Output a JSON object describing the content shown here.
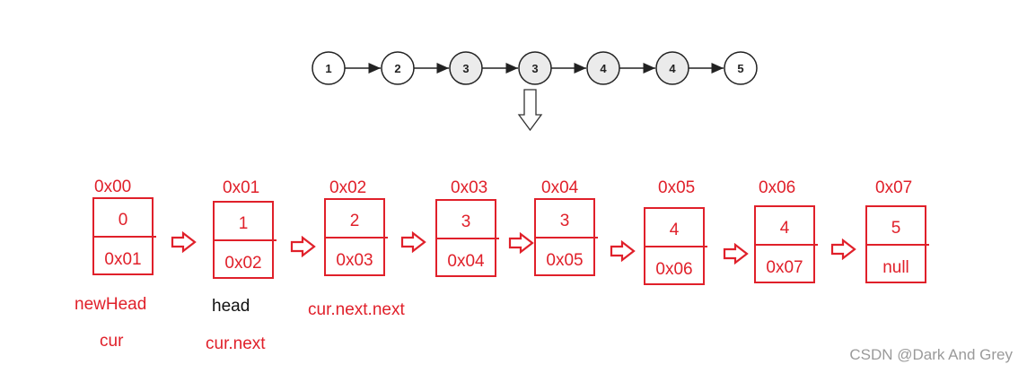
{
  "top_list": {
    "nodes": [
      "1",
      "2",
      "3",
      "3",
      "4",
      "4",
      "5"
    ],
    "shaded": [
      false,
      false,
      true,
      true,
      true,
      true,
      false
    ]
  },
  "colors": {
    "red": "#e0202a",
    "circle_fill": "#ebebeb",
    "circle_stroke": "#222222",
    "watermark": "#9a9a9a"
  },
  "memory_nodes": [
    {
      "address": "0x00",
      "value": "0",
      "next": "0x01"
    },
    {
      "address": "0x01",
      "value": "1",
      "next": "0x02"
    },
    {
      "address": "0x02",
      "value": "2",
      "next": "0x03"
    },
    {
      "address": "0x03",
      "value": "3",
      "next": "0x04"
    },
    {
      "address": "0x04",
      "value": "3",
      "next": "0x05"
    },
    {
      "address": "0x05",
      "value": "4",
      "next": "0x06"
    },
    {
      "address": "0x06",
      "value": "4",
      "next": "0x07"
    },
    {
      "address": "0x07",
      "value": "5",
      "next": "null"
    }
  ],
  "pointer_labels": {
    "newHead": "newHead",
    "cur": "cur",
    "head": "head",
    "cur_next": "cur.next",
    "cur_next_next": "cur.next.next"
  },
  "watermark": "CSDN @Dark And Grey"
}
